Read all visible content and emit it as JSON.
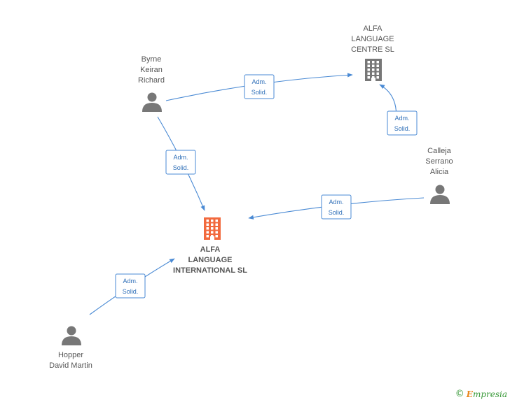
{
  "colors": {
    "edge": "#4a8ad4",
    "person": "#777777",
    "company": "#777777",
    "company_main": "#f26a3e"
  },
  "nodes": [
    {
      "id": "n_byrne",
      "kind": "person",
      "label_lines": [
        "Byrne",
        "Keiran",
        "Richard"
      ]
    },
    {
      "id": "n_centre",
      "kind": "company",
      "label_lines": [
        "ALFA",
        "LANGUAGE",
        "CENTRE SL"
      ]
    },
    {
      "id": "n_calleja",
      "kind": "person",
      "label_lines": [
        "Calleja",
        "Serrano",
        "Alicia"
      ]
    },
    {
      "id": "n_main",
      "kind": "company_main",
      "label_lines": [
        "ALFA",
        "LANGUAGE",
        "INTERNATIONAL SL"
      ]
    },
    {
      "id": "n_hopper",
      "kind": "person",
      "label_lines": [
        "Hopper",
        "David Martin"
      ]
    }
  ],
  "edges": [
    {
      "from": "n_byrne",
      "to": "n_centre",
      "label_lines": [
        "Adm.",
        "Solid."
      ]
    },
    {
      "from": "n_byrne",
      "to": "n_main",
      "label_lines": [
        "Adm.",
        "Solid."
      ]
    },
    {
      "from": "n_calleja",
      "to": "n_centre",
      "label_lines": [
        "Adm.",
        "Solid."
      ]
    },
    {
      "from": "n_calleja",
      "to": "n_main",
      "label_lines": [
        "Adm.",
        "Solid."
      ]
    },
    {
      "from": "n_hopper",
      "to": "n_main",
      "label_lines": [
        "Adm.",
        "Solid."
      ]
    }
  ],
  "footer": {
    "copyright_symbol": "©",
    "brand_initial": "E",
    "brand_rest": "mpresia"
  }
}
